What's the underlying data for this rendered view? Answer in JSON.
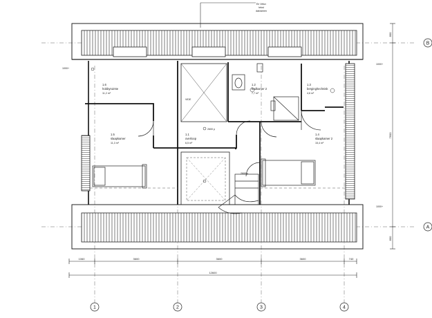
{
  "drawing": {
    "note": [
      "En Velux",
      "tekst",
      "dakramen"
    ],
    "rooms": [
      {
        "number": "1.6",
        "name": "hobbyruimte",
        "area": "11,2 m²"
      },
      {
        "number": "1.2",
        "name": "badkamer 2",
        "area": "7,7 m²"
      },
      {
        "number": "1.3",
        "name": "berging/technisk",
        "area": "4,6 m²"
      },
      {
        "number": "1.5",
        "name": "slaapkamer",
        "area": "11,3 m²"
      },
      {
        "number": "1.1",
        "name": "overloop",
        "area": "6,5 m²"
      },
      {
        "number": "1.4",
        "name": "slaapkamer 2",
        "area": "15,4 m²"
      }
    ],
    "void_label": "VIDE",
    "level_label_1": "2600 p",
    "level_label_2": "2600 p",
    "left_level": "1000+",
    "right_level_top": "1000+",
    "right_level_bottom": "1000+",
    "dims_bottom": [
      "1060",
      "3600",
      "3600",
      "3600",
      "740"
    ],
    "total_width": "12600",
    "dims_right": [
      "800",
      "7600",
      "800"
    ],
    "axes_bottom": [
      "1",
      "2",
      "3",
      "4"
    ],
    "axes_right": [
      "B",
      "A"
    ]
  }
}
